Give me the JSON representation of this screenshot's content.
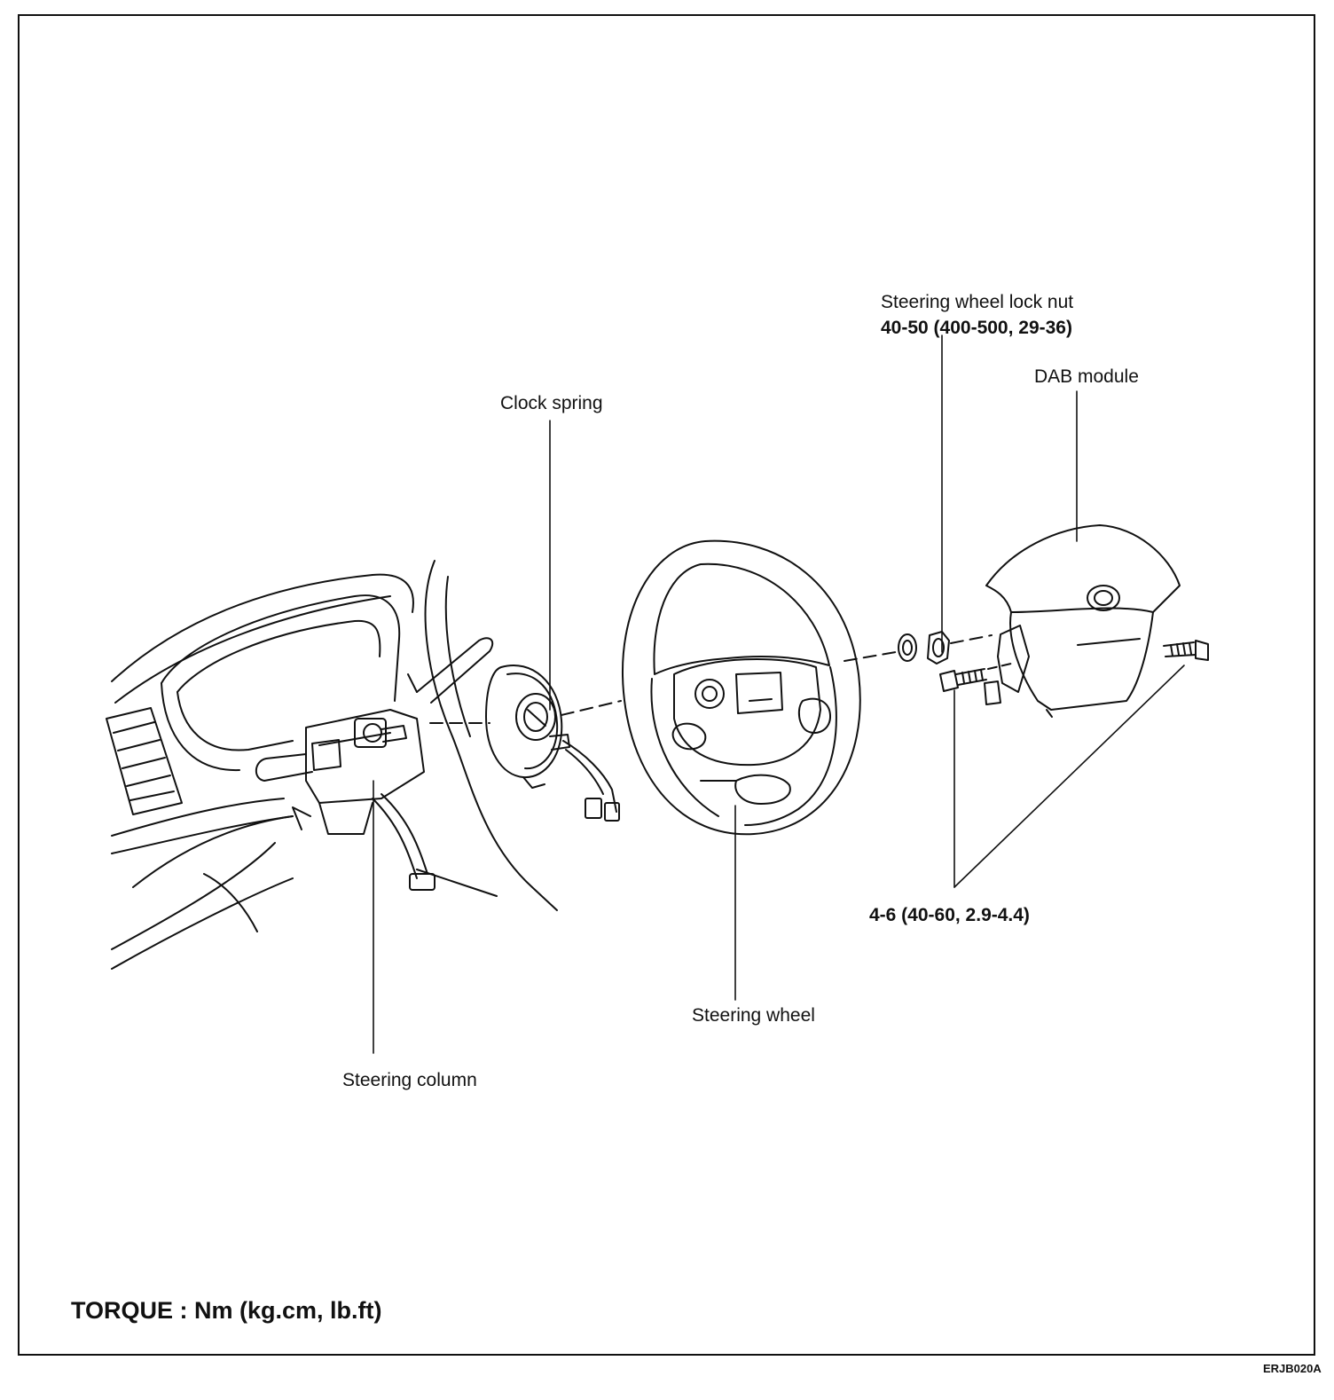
{
  "labels": {
    "lock_nut_name": "Steering wheel lock nut",
    "lock_nut_torque": "40-50 (400-500, 29-36)",
    "dab_module": "DAB module",
    "clock_spring": "Clock spring",
    "bolt_torque": "4-6 (40-60, 2.9-4.4)",
    "steering_wheel": "Steering wheel",
    "steering_column": "Steering column"
  },
  "footer": {
    "torque_units": "TORQUE : Nm (kg.cm, lb.ft)",
    "figure_code": "ERJB020A"
  }
}
